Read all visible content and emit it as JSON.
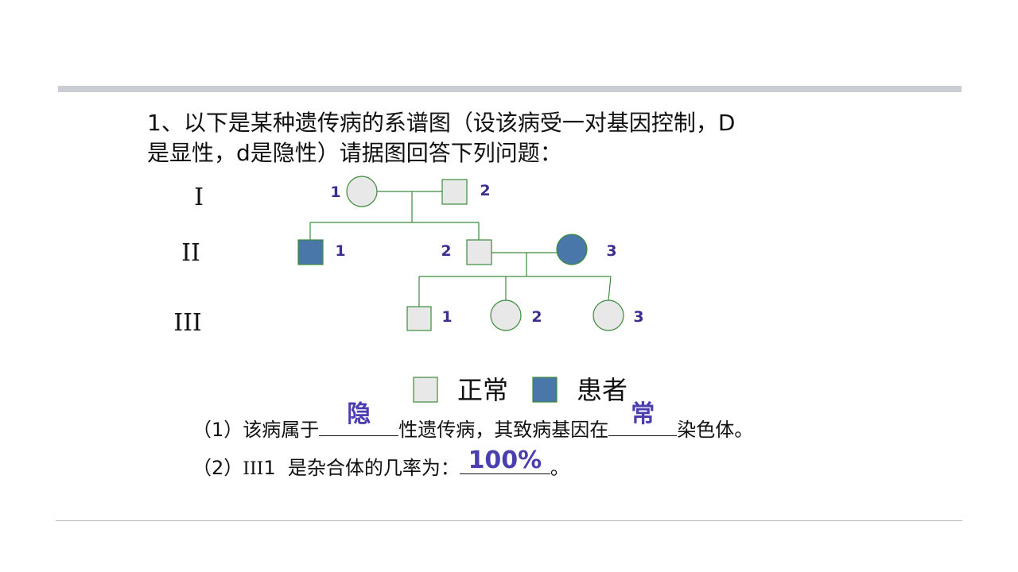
{
  "question": {
    "line1": "1、以下是某种遗传病的系谱图（设该病受一对基因控制，D",
    "line2": "是显性，d是隐性）请据图回答下列问题："
  },
  "pedigree": {
    "generations": [
      "I",
      "II",
      "III"
    ],
    "gen1": {
      "n1": "1",
      "n2": "2"
    },
    "gen2": {
      "n1": "1",
      "n2": "2",
      "n3": "3"
    },
    "gen3": {
      "n1": "1",
      "n2": "2",
      "n3": "3"
    }
  },
  "legend": {
    "normal": "正常",
    "affected": "患者"
  },
  "colors": {
    "normal_fill": "#e8e8e8",
    "affected_fill": "#4a77aa",
    "line": "#3c8a3c",
    "answer": "#4b3fb0"
  },
  "q1": {
    "prefix": "（1）该病属于",
    "answer1": "隐",
    "middle": "性遗传病，其致病基因在",
    "answer2": "常",
    "suffix": "染色体。"
  },
  "q2": {
    "prefix": "（2）",
    "roman": "III",
    "index": "1",
    "text": "  是杂合体的几率为：",
    "answer": "100%",
    "suffix": "。"
  }
}
